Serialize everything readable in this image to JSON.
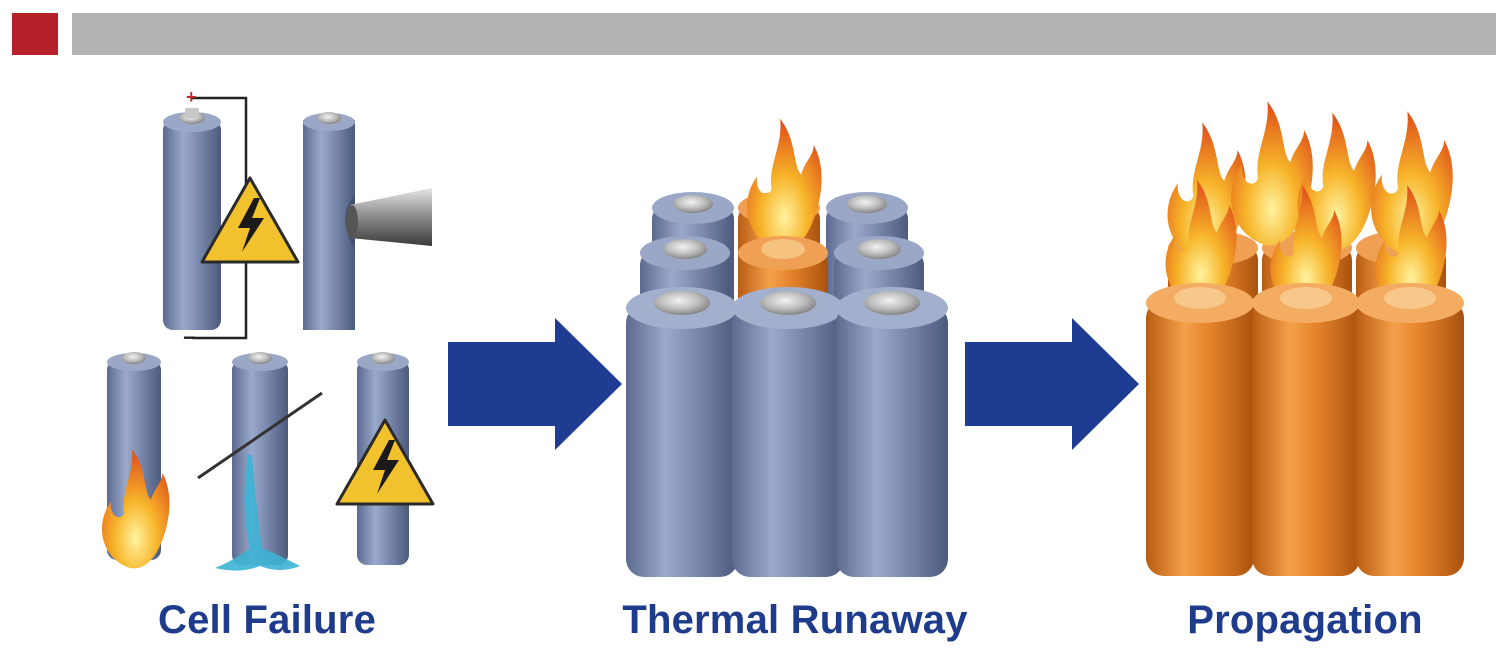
{
  "colors": {
    "accent": "#b5202a",
    "header_bar": "#b3b3b3",
    "arrow": "#1f3c93",
    "label": "#1f3c8c",
    "cell_blue": "#7f8fb3",
    "cell_orange": "#e88a2e",
    "warning_yellow": "#f2c12e",
    "flame": "#f39a1d"
  },
  "icons": [
    "warning-icon",
    "flame-icon",
    "nail-icon",
    "crush-rod-icon",
    "water-leak-icon"
  ],
  "stages": [
    {
      "label": "Cell Failure"
    },
    {
      "label": "Thermal Runaway"
    },
    {
      "label": "Propagation"
    }
  ],
  "circuit_marks": {
    "plus": "+",
    "minus": "−"
  }
}
